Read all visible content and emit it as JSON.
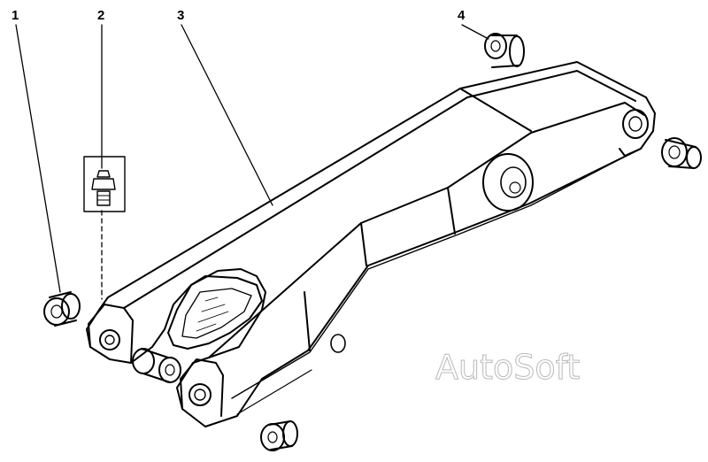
{
  "diagram": {
    "callouts": [
      {
        "id": "1",
        "label": "1"
      },
      {
        "id": "2",
        "label": "2"
      },
      {
        "id": "3",
        "label": "3"
      },
      {
        "id": "4",
        "label": "4"
      }
    ],
    "watermark": "AutoSoft",
    "line_color": "#000000",
    "background": "#ffffff",
    "watermark_color": "#b9b9b9"
  }
}
